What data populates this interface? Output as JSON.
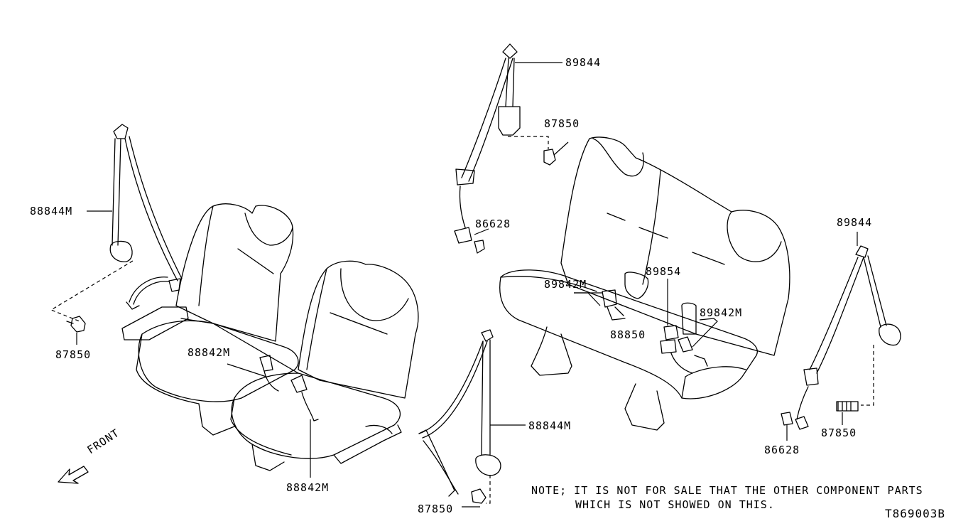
{
  "diagram_code": "T869003B",
  "note": {
    "line1": "NOTE; IT IS NOT FOR SALE THAT THE OTHER COMPONENT PARTS",
    "line2": "WHICH IS NOT SHOWED ON THIS."
  },
  "front_label": "FRONT",
  "parts": {
    "left_belt": "88844M",
    "left_bolt": "87850",
    "center_buckle_upper": "88842M",
    "center_buckle_lower": "88842M",
    "center_belt": "88844M",
    "center_bolt": "87850",
    "rear_top_belt": "89844",
    "rear_top_bolt": "87850",
    "rear_top_cover": "86628",
    "rear_buckle_left": "89842M",
    "rear_buckle_center": "89854",
    "rear_buckle_right": "89842M",
    "rear_anchor": "88850",
    "right_belt": "89844",
    "right_cover": "86628",
    "right_bolt": "87850"
  }
}
